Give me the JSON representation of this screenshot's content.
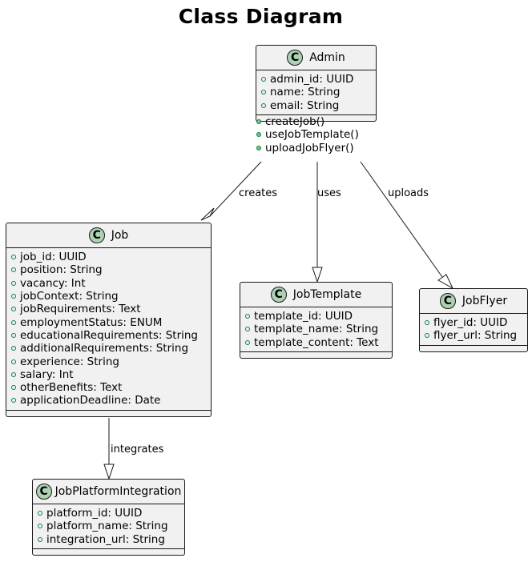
{
  "diagram": {
    "title": "Class Diagram",
    "classes": {
      "admin": {
        "name": "Admin",
        "stereotype": "C",
        "fields": [
          "admin_id: UUID",
          "name: String",
          "email: String"
        ],
        "methods": [
          "createJob()",
          "useJobTemplate()",
          "uploadJobFlyer()"
        ]
      },
      "job": {
        "name": "Job",
        "stereotype": "C",
        "fields": [
          "job_id: UUID",
          "position: String",
          "vacancy: Int",
          "jobContext: String",
          "jobRequirements: Text",
          "employmentStatus: ENUM",
          "educationalRequirements: String",
          "additionalRequirements: String",
          "experience: String",
          "salary: Int",
          "otherBenefits: Text",
          "applicationDeadline: Date"
        ]
      },
      "jobtemplate": {
        "name": "JobTemplate",
        "stereotype": "C",
        "fields": [
          "template_id: UUID",
          "template_name: String",
          "template_content: Text"
        ]
      },
      "jobflyer": {
        "name": "JobFlyer",
        "stereotype": "C",
        "fields": [
          "flyer_id: UUID",
          "flyer_url: String"
        ]
      },
      "integration": {
        "name": "JobPlatformIntegration",
        "stereotype": "C",
        "fields": [
          "platform_id: UUID",
          "platform_name: String",
          "integration_url: String"
        ]
      }
    },
    "relations": {
      "creates": "creates",
      "uses": "uses",
      "uploads": "uploads",
      "integrates": "integrates"
    },
    "colors": {
      "class_fill": "#f1f1f1",
      "border": "#181818",
      "badge": "#add1b2",
      "visibility": "#038048"
    }
  }
}
